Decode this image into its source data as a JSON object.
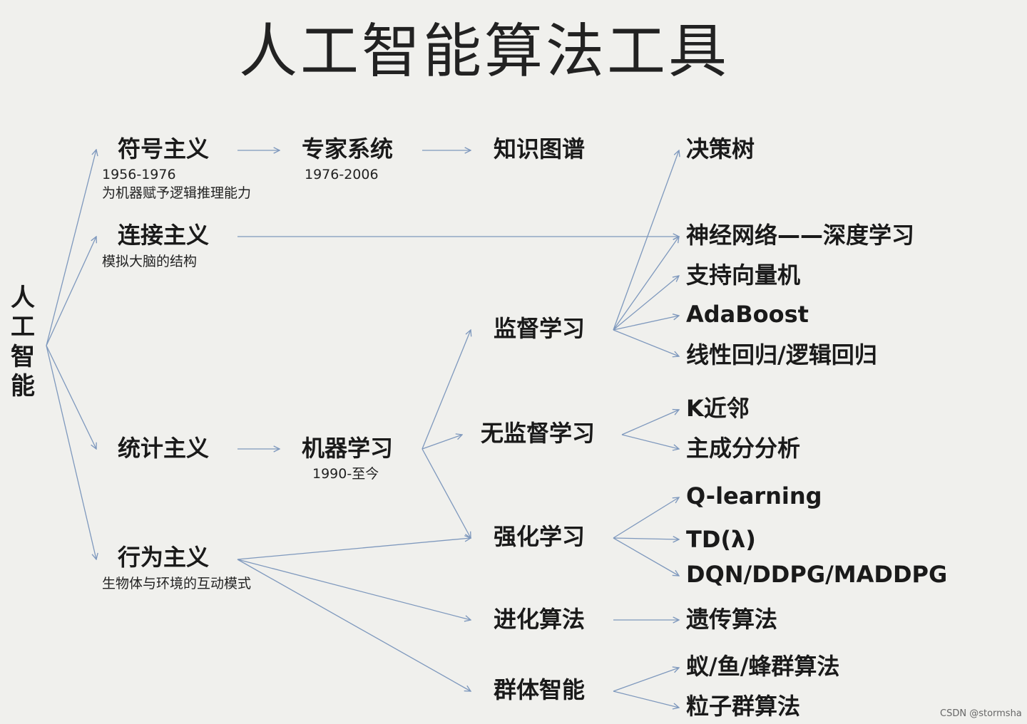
{
  "title": "人工智能算法工具",
  "root": "人工智能",
  "schools": {
    "symbolism": {
      "label": "符号主义",
      "years": "1956-1976",
      "desc": "为机器赋予逻辑推理能力"
    },
    "connectionism": {
      "label": "连接主义",
      "desc": "模拟大脑的结构"
    },
    "statistics": {
      "label": "统计主义"
    },
    "behaviorism": {
      "label": "行为主义",
      "desc": "生物体与环境的互动模式"
    }
  },
  "mid": {
    "expert_system": {
      "label": "专家系统",
      "years": "1976-2006"
    },
    "knowledge_graph": {
      "label": "知识图谱"
    },
    "machine_learning": {
      "label": "机器学习",
      "years": "1990-至今"
    }
  },
  "methods": {
    "supervised": "监督学习",
    "unsupervised": "无监督学习",
    "reinforcement": "强化学习",
    "evolutionary": "进化算法",
    "swarm": "群体智能"
  },
  "leaves": {
    "decision_tree": "决策树",
    "neural_net": "神经网络——深度学习",
    "svm": "支持向量机",
    "adaboost": "AdaBoost",
    "regression": "线性回归/逻辑回归",
    "knn": "K近邻",
    "pca": "主成分分析",
    "qlearning": "Q-learning",
    "td": "TD(λ)",
    "dqn": "DQN/DDPG/MADDPG",
    "genetic": "遗传算法",
    "swarm_algo": "蚁/鱼/蜂群算法",
    "pso": "粒子群算法"
  },
  "watermark": "CSDN @stormsha",
  "colors": {
    "arrow": "#7e98bd",
    "background": "#f0f0ed"
  }
}
